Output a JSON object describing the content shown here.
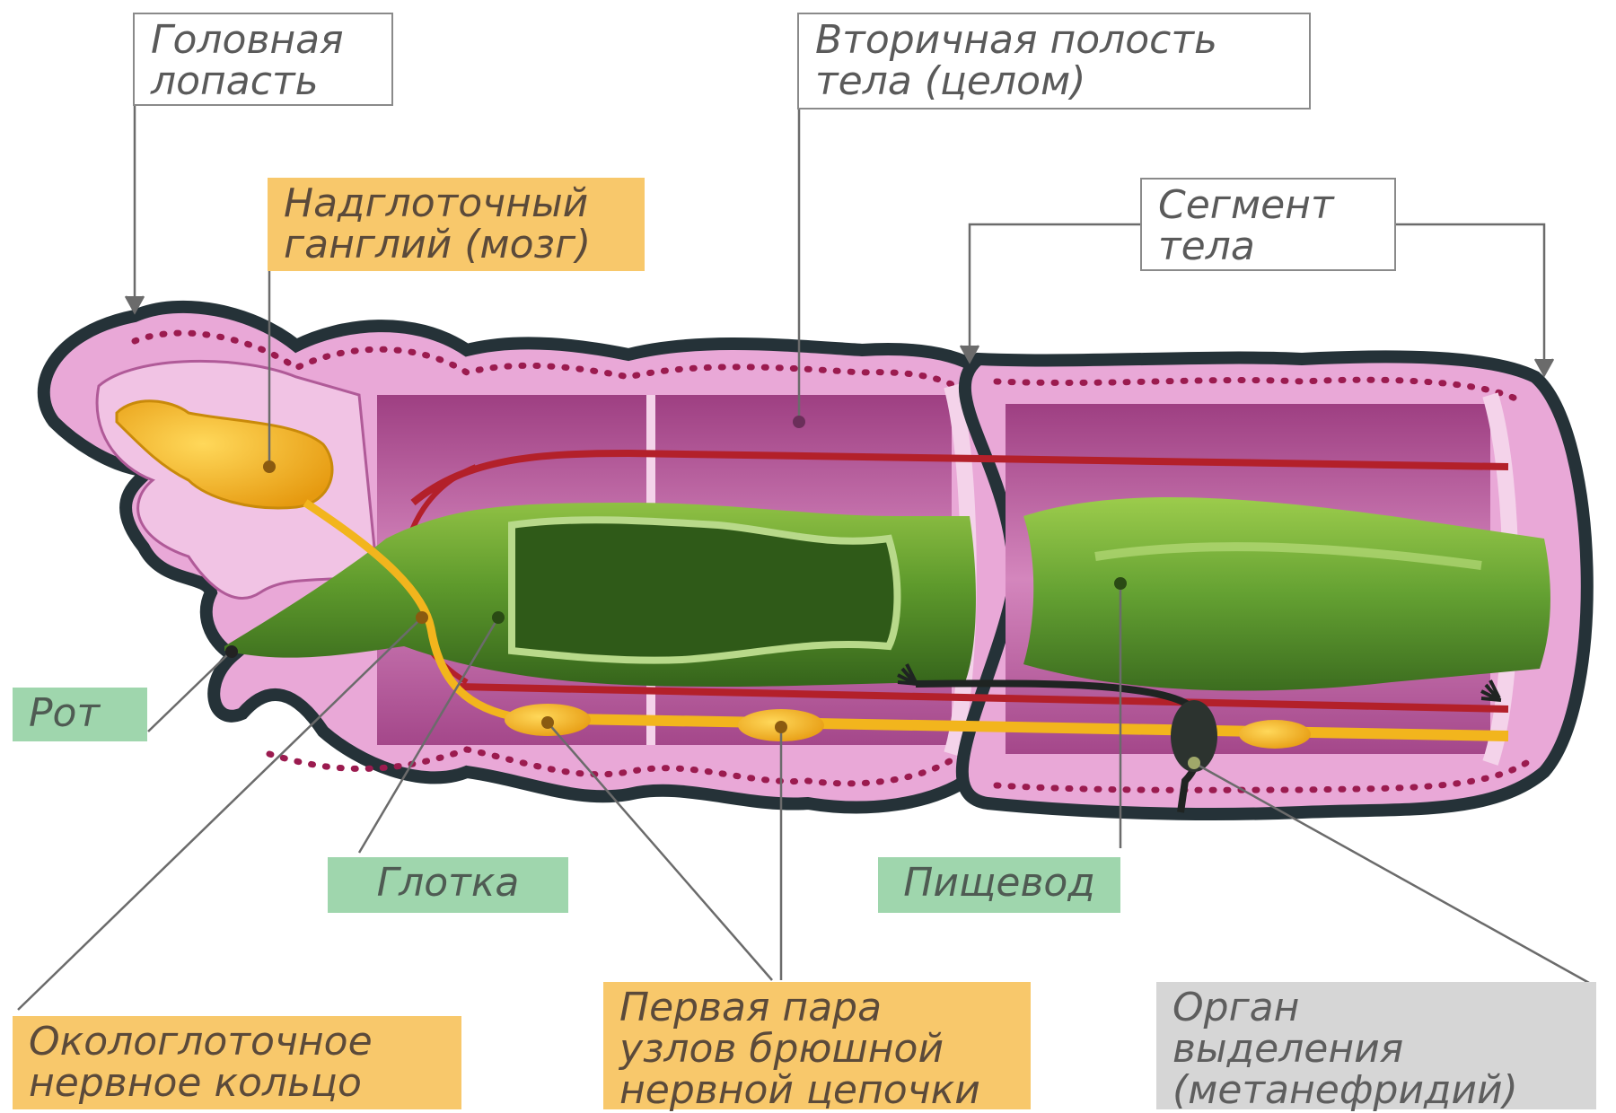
{
  "labels": {
    "head_lobe": [
      "Головная",
      "лопасть"
    ],
    "coelom": [
      "Вторичная полость",
      "тела (целом)"
    ],
    "ganglion": [
      "Надглоточный",
      "ганглий (мозг)"
    ],
    "segment": [
      "Сегмент",
      "тела"
    ],
    "mouth": [
      "Рот"
    ],
    "pharynx": [
      "Глотка"
    ],
    "esophagus": [
      "Пищевод"
    ],
    "nerve_ring": [
      "Окологлоточное",
      "нервное кольцо"
    ],
    "nerve_nodes": [
      "Первая пара",
      "узлов брюшной",
      "нервной цепочки"
    ],
    "excretory_organ": [
      "Орган",
      "выделения",
      "(метанефридий)"
    ]
  },
  "colors": {
    "body_outline": "#253238",
    "body_wall": "#e8a6d6",
    "coelom_cavity": "#c86aa8",
    "intestine": "#5e9a2c",
    "intestine_dark": "#3f6f20",
    "ganglion": "#f2b51d",
    "vessel": "#b3202a",
    "leader_line": "#6b6b6b",
    "label_orange": "#f8c86b",
    "label_green": "#9fd6ad",
    "label_gray": "#d6d6d6"
  }
}
